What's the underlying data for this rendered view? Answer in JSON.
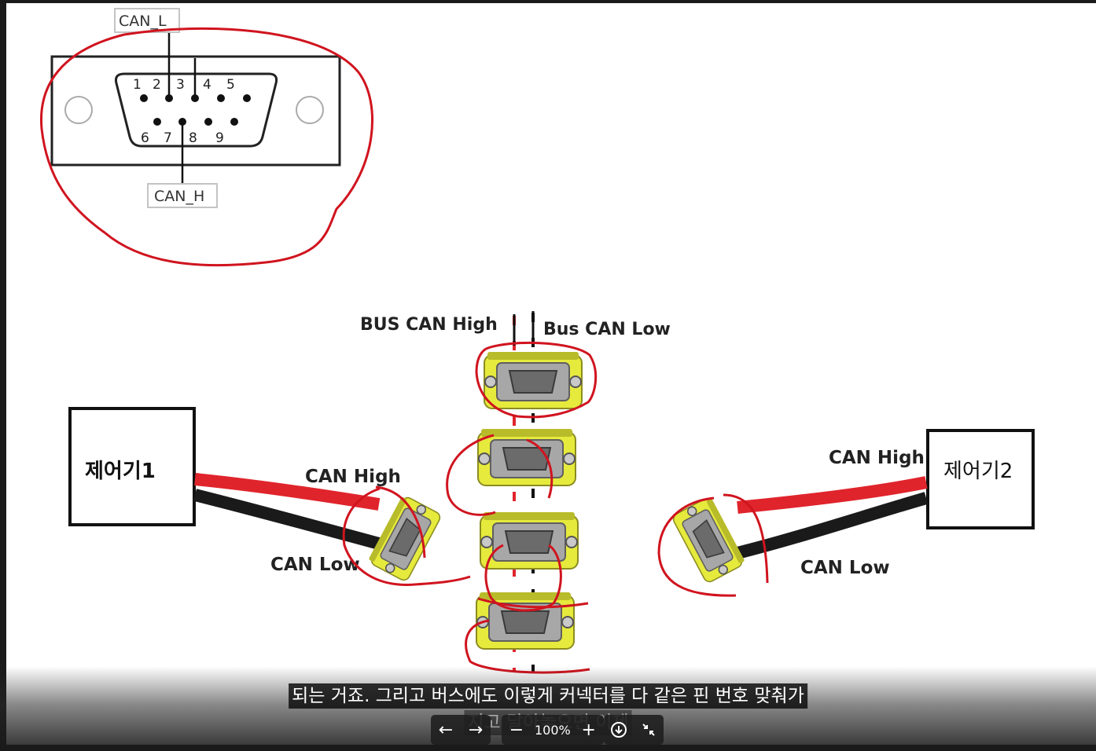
{
  "diagram": {
    "db9": {
      "pin_numbers_top": [
        "1",
        "2",
        "3",
        "4",
        "5"
      ],
      "pin_numbers_bottom": [
        "6",
        "7",
        "8",
        "9"
      ],
      "label_can_l": "CAN_L",
      "label_can_h": "CAN_H"
    },
    "bus": {
      "high_label": "BUS CAN High",
      "low_label": "Bus CAN Low"
    },
    "controller1": {
      "name": "제어기1",
      "high_label": "CAN High",
      "low_label": "CAN Low"
    },
    "controller2": {
      "name": "제어기2",
      "high_label": "CAN High",
      "low_label": "CAN Low"
    },
    "colors": {
      "annotation_red": "#d0141f",
      "wire_red": "#e0242c",
      "wire_black": "#1a1a1a",
      "connector_yellow": "#e6ea3c",
      "connector_metal": "#9a9a9a"
    }
  },
  "subtitles": {
    "line1": "되는 거죠. 그리고 버스에도 이렇게 커넥터를 다 같은 핀 번호 맞춰가",
    "line2": "지고 달아놓으면 이제"
  },
  "toolbar": {
    "back_icon": "arrow-left-icon",
    "forward_icon": "arrow-right-icon",
    "zoom_out_icon": "minus-icon",
    "zoom_level": "100%",
    "zoom_in_icon": "plus-icon",
    "download_icon": "download-icon",
    "exit_fullscreen_icon": "collapse-icon"
  }
}
